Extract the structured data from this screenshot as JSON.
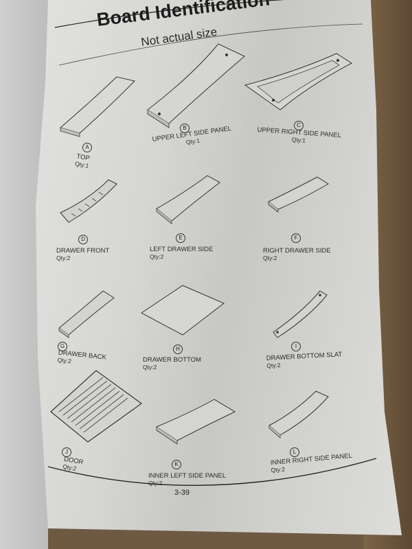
{
  "page": {
    "title": "Board Identification",
    "subtitle": "Not actual size",
    "page_number": "3-39"
  },
  "parts": [
    {
      "letter": "A",
      "name": "TOP",
      "qty": "Qty:1"
    },
    {
      "letter": "B",
      "name": "UPPER LEFT SIDE PANEL",
      "qty": "Qty:1"
    },
    {
      "letter": "C",
      "name": "UPPER RIGHT SIDE PANEL",
      "qty": "Qty:1"
    },
    {
      "letter": "D",
      "name": "DRAWER FRONT",
      "qty": "Qty:2"
    },
    {
      "letter": "E",
      "name": "LEFT DRAWER SIDE",
      "qty": "Qty:2"
    },
    {
      "letter": "F",
      "name": "RIGHT DRAWER SIDE",
      "qty": "Qty:2"
    },
    {
      "letter": "G",
      "name": "DRAWER BACK",
      "qty": "Qty:2"
    },
    {
      "letter": "H",
      "name": "DRAWER BOTTOM",
      "qty": "Qty:2"
    },
    {
      "letter": "I",
      "name": "DRAWER BOTTOM SLAT",
      "qty": "Qty:2"
    },
    {
      "letter": "J",
      "name": "DOOR",
      "qty": "Qty:2"
    },
    {
      "letter": "K",
      "name": "INNER LEFT SIDE PANEL",
      "qty": "Qty:2"
    },
    {
      "letter": "L",
      "name": "INNER RIGHT SIDE PANEL",
      "qty": "Qty:2"
    }
  ]
}
